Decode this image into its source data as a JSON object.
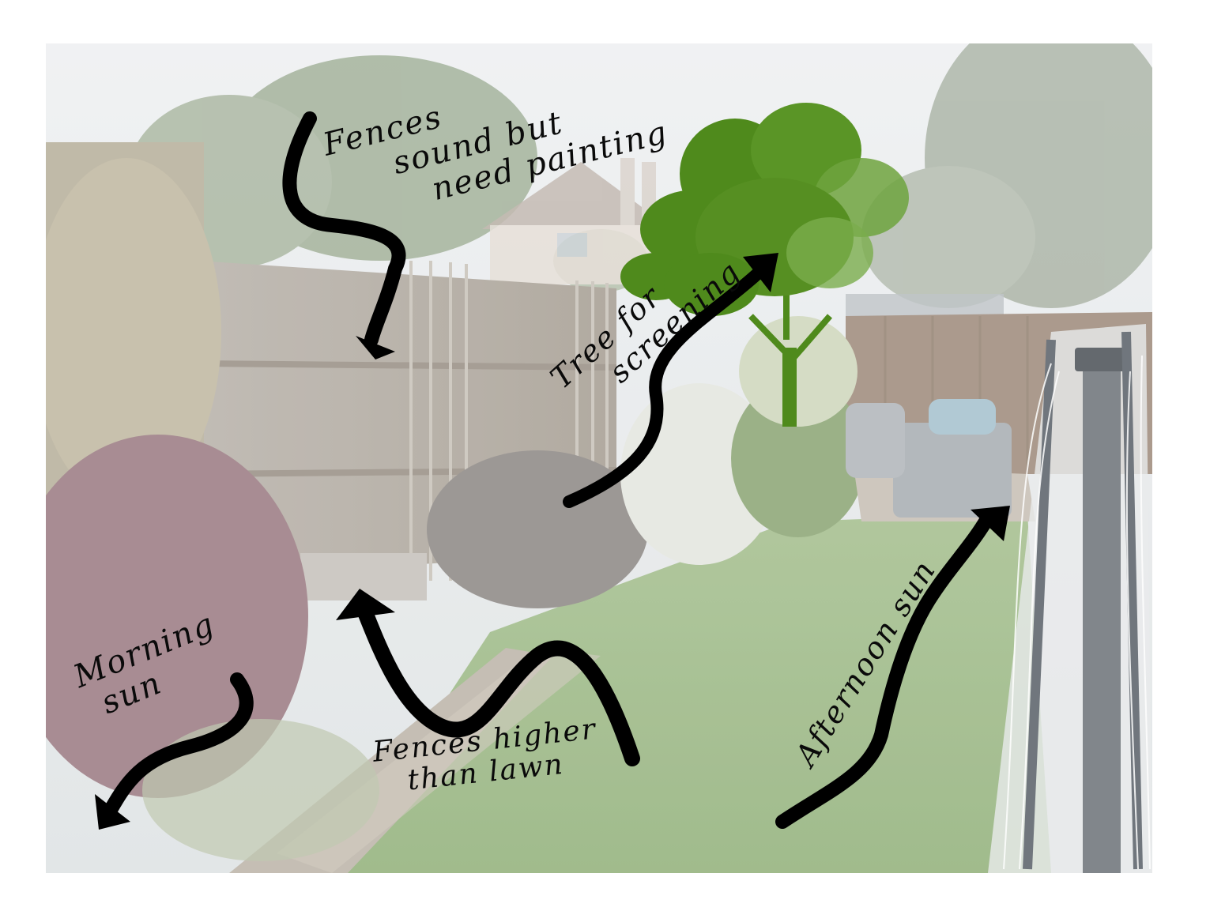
{
  "annotations": {
    "fences_paint": {
      "line1": "Fences",
      "line2": "sound but",
      "line3": "need painting"
    },
    "tree": {
      "line1": "Tree for",
      "line2": "screening"
    },
    "morning": {
      "line1": "Morning",
      "line2": "sun"
    },
    "fences_higher": {
      "line1": "Fences higher",
      "line2": "than lawn"
    },
    "afternoon": {
      "line1": "Afternoon sun"
    }
  },
  "colors": {
    "sky": "#e8ebee",
    "lawn": "#8fb07a",
    "fence": "#a39b90",
    "tree_overlay": "#4f8a1c",
    "arrow": "#000000",
    "washing_line": "#5d646b"
  },
  "icons": {
    "tree": "deciduous-tree-silhouette",
    "arrows": "ribbon-arrow"
  }
}
